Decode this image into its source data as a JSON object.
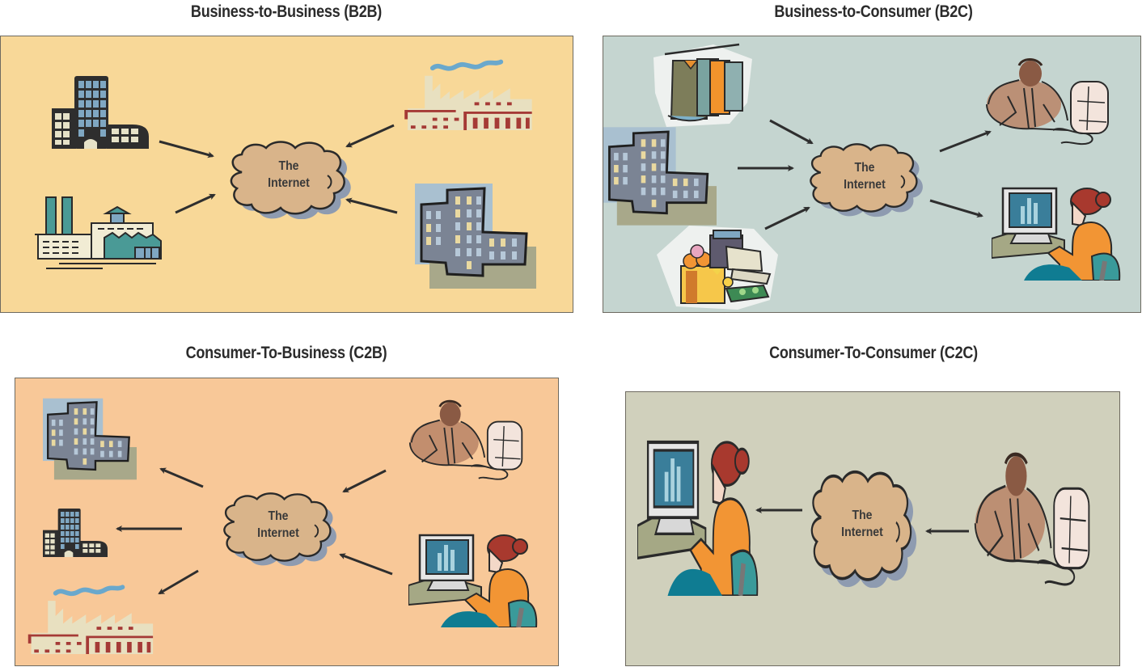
{
  "diagrams": [
    {
      "id": "b2b",
      "title": "Business-to-Business (B2B)",
      "background": "#F8D898",
      "cloud_label_line1": "The",
      "cloud_label_line2": "Internet",
      "sources": [
        "office-building",
        "factory-teal",
        "factory-smoke",
        "office-building-sketch"
      ],
      "targets": [],
      "flow": "all parties send to the Internet"
    },
    {
      "id": "b2c",
      "title": "Business-to-Consumer (B2C)",
      "background": "#C5D5D0",
      "cloud_label_line1": "The",
      "cloud_label_line2": "Internet",
      "sources": [
        "clothing-rack",
        "office-building-sketch",
        "grocery-cash-register"
      ],
      "targets": [
        "man-at-computer",
        "woman-at-computer"
      ],
      "flow": "businesses to Internet to consumers"
    },
    {
      "id": "c2b",
      "title": "Consumer-To-Business (C2B)",
      "background": "#F8C898",
      "cloud_label_line1": "The",
      "cloud_label_line2": "Internet",
      "sources": [
        "man-at-computer",
        "woman-at-computer"
      ],
      "targets": [
        "office-building-sketch",
        "office-building",
        "factory-smoke"
      ],
      "flow": "consumers to Internet to businesses"
    },
    {
      "id": "c2c",
      "title": "Consumer-To-Consumer (C2C)",
      "background": "#D0D0BC",
      "cloud_label_line1": "The",
      "cloud_label_line2": "Internet",
      "sources": [
        "man-at-computer"
      ],
      "targets": [
        "woman-at-computer"
      ],
      "flow": "consumer to Internet to consumer"
    }
  ],
  "colors": {
    "cloud_fill": "#D9B48A",
    "cloud_shadow": "#8E9BB0",
    "arrow": "#2e2e2e",
    "outline": "#2a2a2a"
  }
}
